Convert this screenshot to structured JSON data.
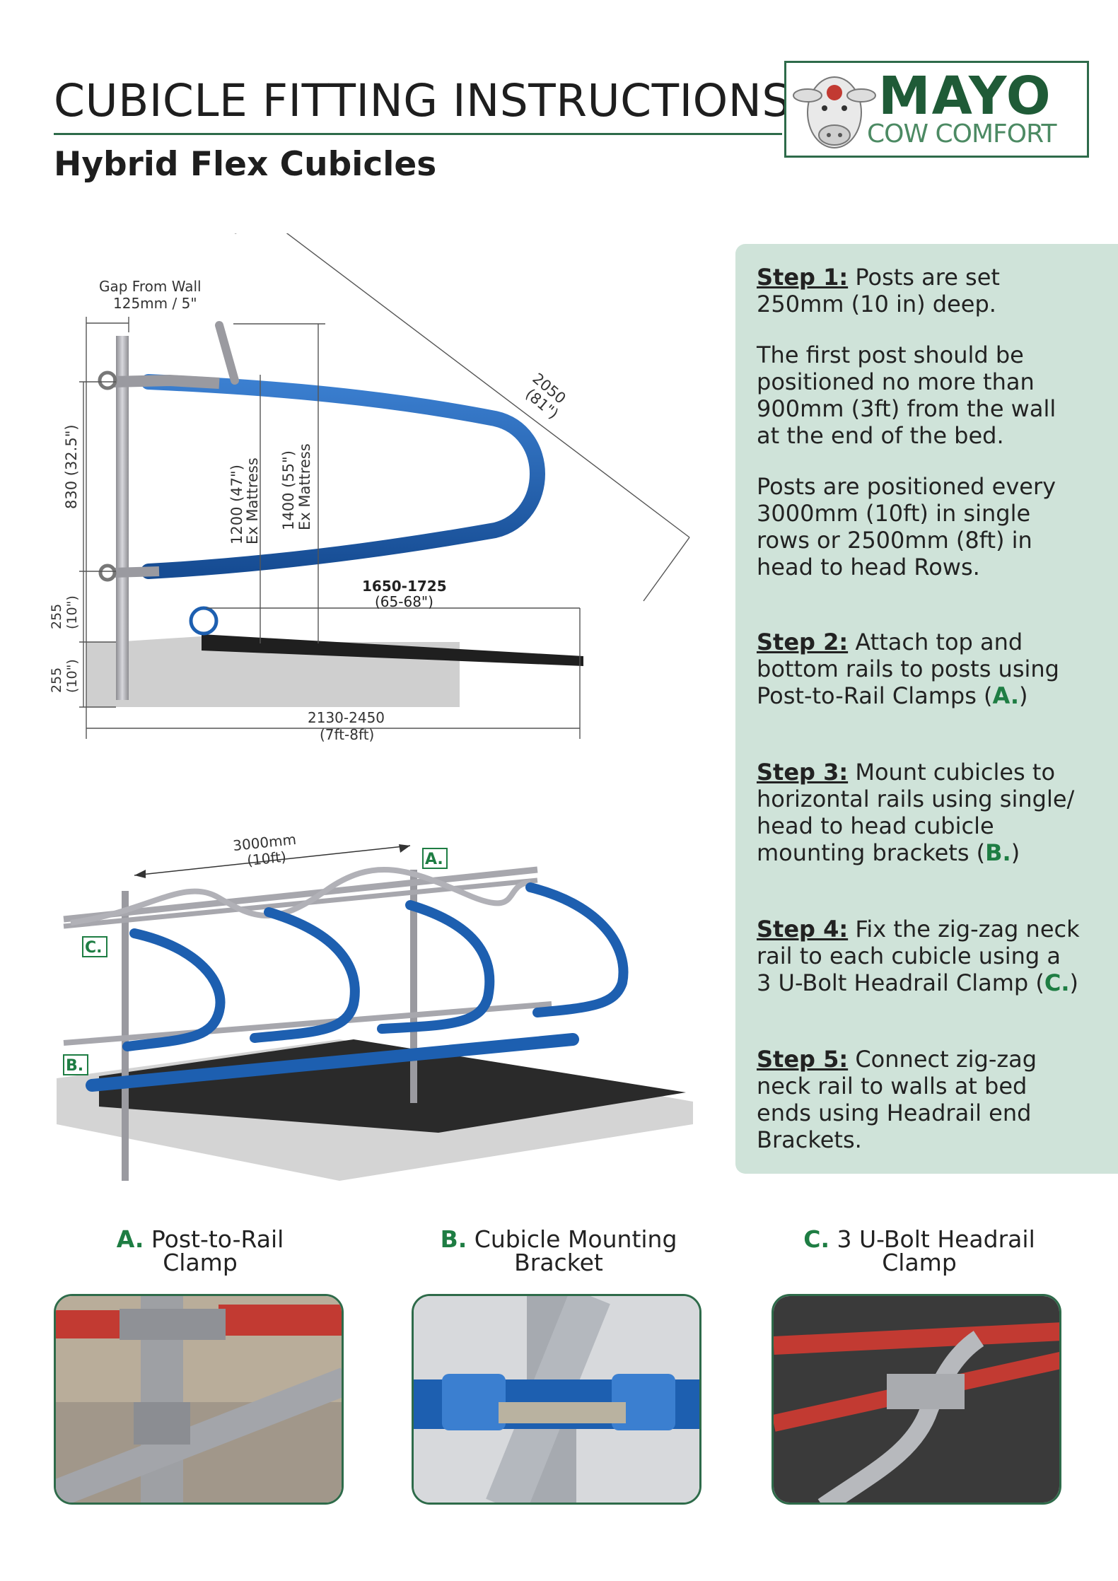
{
  "header": {
    "title": "CUBICLE FITTING INSTRUCTIONS",
    "subtitle": "Hybrid Flex Cubicles"
  },
  "logo": {
    "brand": "MAYO",
    "tagline": "COW COMFORT"
  },
  "side_diagram": {
    "gap_label": "Gap From Wall",
    "gap_value": "125mm / 5\"",
    "diag_value": "2050",
    "diag_imperial": "(81\")",
    "rail_height": "830 (32.5\")",
    "h1200": "1200 (47\")",
    "h1200_sub": "Ex Mattress",
    "h1400": "1400 (55\")",
    "h1400_sub": "Ex Mattress",
    "span_value": "1650-1725",
    "span_imperial": "(65-68\")",
    "lower_a": "255",
    "lower_a_imp": "(10\")",
    "lower_b": "255",
    "lower_b_imp": "(10\")",
    "bed_value": "2130-2450",
    "bed_imperial": "(7ft-8ft)"
  },
  "iso_diagram": {
    "spacing_value": "3000mm",
    "spacing_imperial": "(10ft)",
    "marker_a": "A.",
    "marker_b": "B.",
    "marker_c": "C."
  },
  "steps": [
    {
      "label": "Step 1:",
      "text": " Posts are set 250mm (10 in) deep."
    },
    {
      "text": "The first post should be positioned no more than 900mm (3ft) from the wall at the end of the bed."
    },
    {
      "text": "Posts are positioned every 3000mm (10ft) in single rows or 2500mm (8ft) in head to head Rows."
    },
    {
      "label": "Step 2:",
      "text": " Attach top and bottom rails to posts using Post-to-Rail Clamps (",
      "accent": "A.",
      "tail": ")"
    },
    {
      "label": "Step 3:",
      "text": " Mount cubicles to horizontal rails using single/ head to head cubicle mounting brackets (",
      "accent": "B.",
      "tail": ")"
    },
    {
      "label": "Step 4:",
      "text": " Fix the zig-zag neck rail to each cubicle using a 3 U-Bolt Headrail Clamp (",
      "accent": "C.",
      "tail": ")"
    },
    {
      "label": "Step 5:",
      "text": " Connect zig-zag neck rail to walls at bed ends using Headrail end Brackets."
    }
  ],
  "parts": [
    {
      "letter": "A.",
      "line1": " Post-to-Rail",
      "line2": "Clamp"
    },
    {
      "letter": "B.",
      "line1": " Cubicle Mounting",
      "line2": "Bracket"
    },
    {
      "letter": "C.",
      "line1": " 3 U-Bolt Headrail",
      "line2": "Clamp"
    }
  ],
  "colors": {
    "accent_green": "#1e7d43",
    "panel_green": "#cfe3d9",
    "rail_blue": "#1d5fb0",
    "galvanised": "#a9a9ae",
    "clamp_red": "#c23a32"
  }
}
